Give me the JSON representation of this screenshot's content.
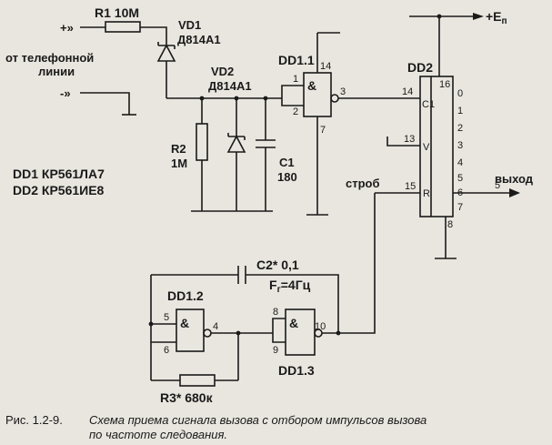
{
  "labels": {
    "r1": "R1 10M",
    "vd1_name": "VD1",
    "vd1_type": "Д814А1",
    "vd2_name": "VD2",
    "vd2_type": "Д814А1",
    "r2_name": "R2",
    "r2_value": "1M",
    "c1_name": "C1",
    "c1_value": "180",
    "dd1_1": "DD1.1",
    "dd2": "DD2",
    "supply": "+E",
    "supply_sub": "п",
    "phone_line_1": "от телефонной",
    "phone_line_2": "линии",
    "plus_in": "+»",
    "minus_in": "-»",
    "dd1_type": "DD1  КР561ЛА7",
    "dd2_type": "DD2  КР561ИЕ8",
    "strobe": "строб",
    "output": "выход",
    "c2": "C2* 0,1",
    "fr": "F",
    "fr_sub": "г",
    "fr_value": "=4Гц",
    "dd1_2": "DD1.2",
    "dd1_3": "DD1.3",
    "r3": "R3* 680к",
    "and_sym": "&",
    "dd2_c1": "C1",
    "dd2_v": "V",
    "dd2_r": "R"
  },
  "pins": {
    "dd1_1_in1": "1",
    "dd1_1_in2": "2",
    "dd1_1_out": "3",
    "dd1_1_vcc": "14",
    "dd1_1_gnd": "7",
    "dd2_c1": "14",
    "dd2_v": "13",
    "dd2_r": "15",
    "dd2_vcc": "16",
    "dd2_gnd": "8",
    "dd2_out5": "5",
    "dd1_2_in1": "5",
    "dd1_2_in2": "6",
    "dd1_2_out": "4",
    "dd1_3_in1": "8",
    "dd1_3_in2": "9",
    "dd1_3_out": "10"
  },
  "dd2_outputs": [
    "0",
    "1",
    "2",
    "3",
    "4",
    "5",
    "6",
    "7"
  ],
  "caption": {
    "number": "Рис. 1.2-9.",
    "line1": "Схема приема сигнала вызова с отбором импульсов вызова",
    "line2": "по частоте следования."
  }
}
